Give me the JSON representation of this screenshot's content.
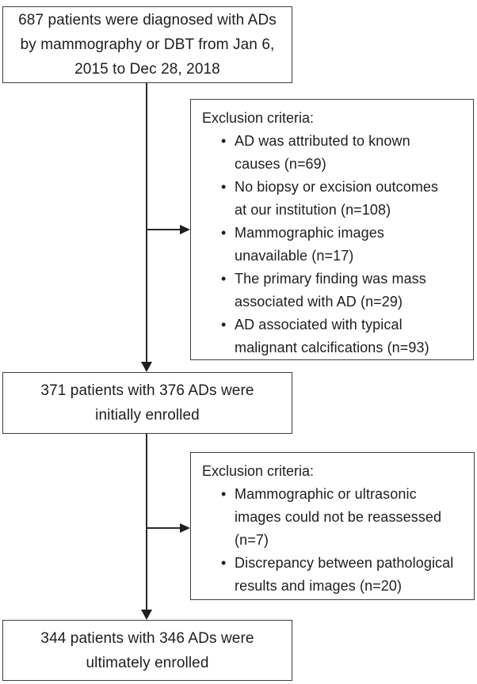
{
  "flow": {
    "bullet_char": "•",
    "colors": {
      "background": "#ffffff",
      "border": "#3f3f3f",
      "text": "#1e1e1e"
    },
    "nodes": {
      "diagnosed": {
        "text": "687 patients were diagnosed with ADs\nby mammography or DBT from Jan 6,\n2015 to Dec 28, 2018"
      },
      "initially_enrolled": {
        "text": "371 patients with 376 ADs were\ninitially enrolled"
      },
      "ultimately_enrolled": {
        "text": "344 patients with 346 ADs were\nultimately enrolled"
      }
    },
    "exclusions": [
      {
        "title": "Exclusion criteria:",
        "items": [
          "AD was attributed to known\ncauses (n=69)",
          "No biopsy or excision outcomes\nat our institution (n=108)",
          "Mammographic images\nunavailable (n=17)",
          "The primary finding was mass\nassociated with AD (n=29)",
          "AD associated with typical\nmalignant calcifications (n=93)"
        ]
      },
      {
        "title": "Exclusion criteria:",
        "items": [
          "Mammographic or ultrasonic\nimages could not be reassessed\n(n=7)",
          "Discrepancy between pathological\nresults and images (n=20)"
        ]
      }
    ]
  }
}
